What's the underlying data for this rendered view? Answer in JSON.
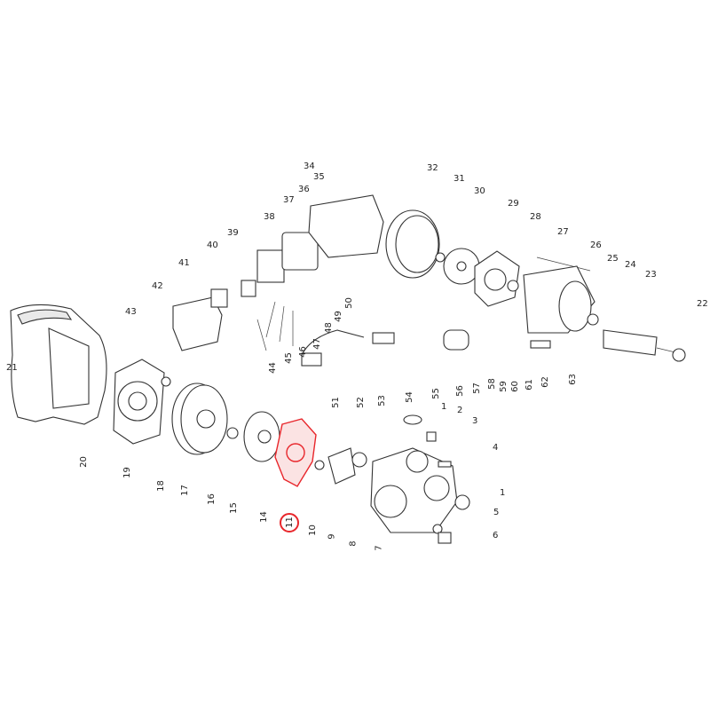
{
  "title": "Exploded parts diagram",
  "highlight_color": "#e8262b",
  "highlighted_part": "11",
  "labels": [
    {
      "id": "34",
      "text": "34"
    },
    {
      "id": "35",
      "text": "35"
    },
    {
      "id": "36",
      "text": "36"
    },
    {
      "id": "37",
      "text": "37"
    },
    {
      "id": "38",
      "text": "38"
    },
    {
      "id": "39",
      "text": "39"
    },
    {
      "id": "40",
      "text": "40"
    },
    {
      "id": "41",
      "text": "41"
    },
    {
      "id": "42",
      "text": "42"
    },
    {
      "id": "43",
      "text": "43"
    },
    {
      "id": "21",
      "text": "21"
    },
    {
      "id": "20",
      "text": "20"
    },
    {
      "id": "19",
      "text": "19"
    },
    {
      "id": "18",
      "text": "18"
    },
    {
      "id": "17",
      "text": "17"
    },
    {
      "id": "16",
      "text": "16"
    },
    {
      "id": "15",
      "text": "15"
    },
    {
      "id": "14",
      "text": "14"
    },
    {
      "id": "11",
      "text": "11"
    },
    {
      "id": "10",
      "text": "10"
    },
    {
      "id": "9",
      "text": "9"
    },
    {
      "id": "8",
      "text": "8"
    },
    {
      "id": "7",
      "text": "7"
    },
    {
      "id": "6",
      "text": "6"
    },
    {
      "id": "5",
      "text": "5"
    },
    {
      "id": "1b",
      "text": "1"
    },
    {
      "id": "4",
      "text": "4"
    },
    {
      "id": "3",
      "text": "3"
    },
    {
      "id": "2",
      "text": "2"
    },
    {
      "id": "1a",
      "text": "1"
    },
    {
      "id": "32",
      "text": "32"
    },
    {
      "id": "31",
      "text": "31"
    },
    {
      "id": "30",
      "text": "30"
    },
    {
      "id": "29",
      "text": "29"
    },
    {
      "id": "28",
      "text": "28"
    },
    {
      "id": "27",
      "text": "27"
    },
    {
      "id": "26",
      "text": "26"
    },
    {
      "id": "25",
      "text": "25"
    },
    {
      "id": "24",
      "text": "24"
    },
    {
      "id": "23",
      "text": "23"
    },
    {
      "id": "22",
      "text": "22"
    },
    {
      "id": "63",
      "text": "63"
    },
    {
      "id": "62",
      "text": "62"
    },
    {
      "id": "61",
      "text": "61"
    },
    {
      "id": "60",
      "text": "60"
    },
    {
      "id": "59",
      "text": "59"
    },
    {
      "id": "58",
      "text": "58"
    },
    {
      "id": "57",
      "text": "57"
    },
    {
      "id": "56",
      "text": "56"
    },
    {
      "id": "55",
      "text": "55"
    },
    {
      "id": "54",
      "text": "54"
    },
    {
      "id": "53",
      "text": "53"
    },
    {
      "id": "52",
      "text": "52"
    },
    {
      "id": "51",
      "text": "51"
    },
    {
      "id": "50",
      "text": "50"
    },
    {
      "id": "49",
      "text": "49"
    },
    {
      "id": "48",
      "text": "48"
    },
    {
      "id": "47",
      "text": "47"
    },
    {
      "id": "46",
      "text": "46"
    },
    {
      "id": "45",
      "text": "45"
    },
    {
      "id": "44",
      "text": "44"
    }
  ]
}
